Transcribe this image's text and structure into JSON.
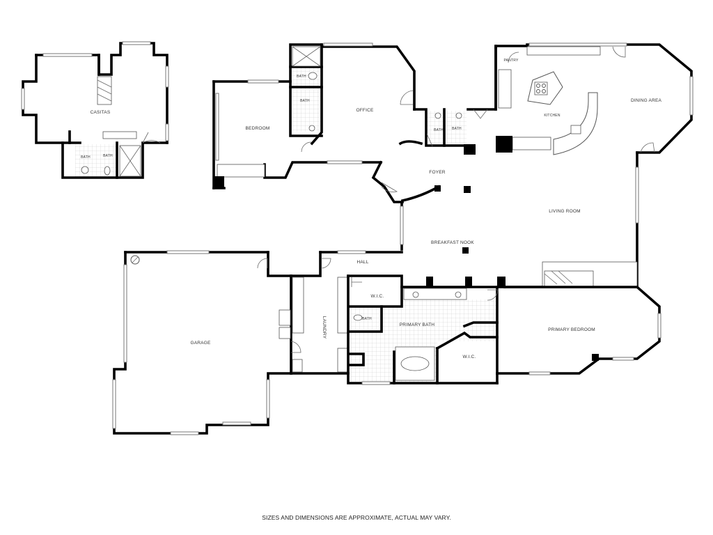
{
  "rooms": {
    "casitas": "CASITAS",
    "casita_bath_left": "BATH",
    "casita_bath_right": "BATH",
    "bedroom": "BEDROOM",
    "bath_upper": "BATH",
    "bath_lower": "BATH",
    "office": "OFFICE",
    "foyer_bath_left": "BATH",
    "foyer_bath_right": "BATH",
    "pantry": "PANTRY",
    "kitchen": "KITCHEN",
    "dining_area": "DINING AREA",
    "foyer": "FOYER",
    "living_room": "LIVING ROOM",
    "breakfast_nook": "BREAKFAST NOOK",
    "hall": "HALL",
    "garage": "GARAGE",
    "laundry": "LAUNDRY",
    "wic_upper": "W.I.C.",
    "small_bath": "BATH",
    "primary_bath": "PRIMARY BATH",
    "wic_lower": "W.I.C.",
    "primary_bedroom": "PRIMARY BEDROOM"
  },
  "footer": {
    "disclaimer": "SIZES AND DIMENSIONS ARE APPROXIMATE, ACTUAL MAY VARY."
  }
}
